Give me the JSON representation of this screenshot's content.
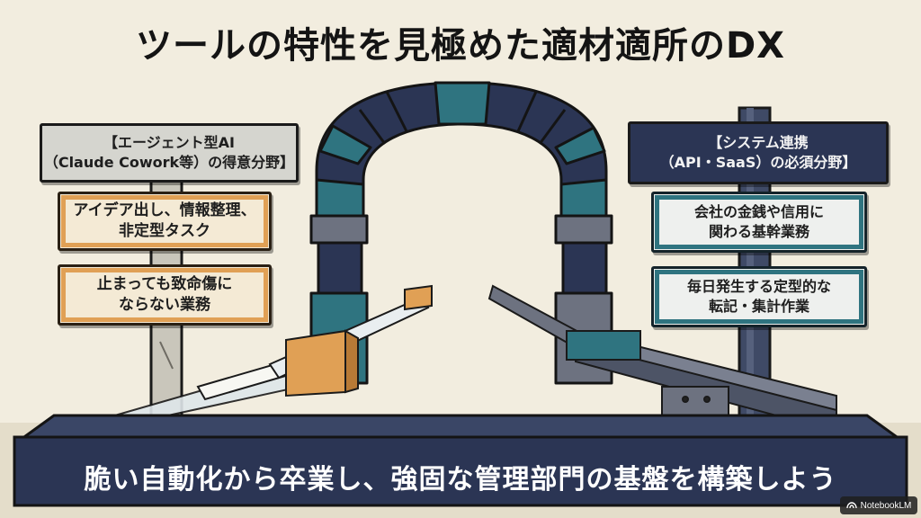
{
  "title": "ツールの特性を見極めた適材適所のDX",
  "left": {
    "header_line1": "【エージェント型AI",
    "header_line2": "（Claude Cowork等）の得意分野】",
    "sign1_line1": "アイデア出し、情報整理、",
    "sign1_line2": "非定型タスク",
    "sign2_line1": "止まっても致命傷に",
    "sign2_line2": "ならない業務"
  },
  "right": {
    "header_line1": "【システム連携",
    "header_line2": "（API・SaaS）の必須分野】",
    "sign1_line1": "会社の金銭や信用に",
    "sign1_line2": "関わる基幹業務",
    "sign2_line1": "毎日発生する定型的な",
    "sign2_line2": "転記・集計作業"
  },
  "banner": "脆い自動化から卒業し、強固な管理部門の基盤を構築しよう",
  "badge": "NotebookLM",
  "colors": {
    "background": "#f2eddf",
    "navy": "#2b3554",
    "teal": "#2f7480",
    "orange": "#e0a055",
    "stone": "#d5d5cf"
  }
}
